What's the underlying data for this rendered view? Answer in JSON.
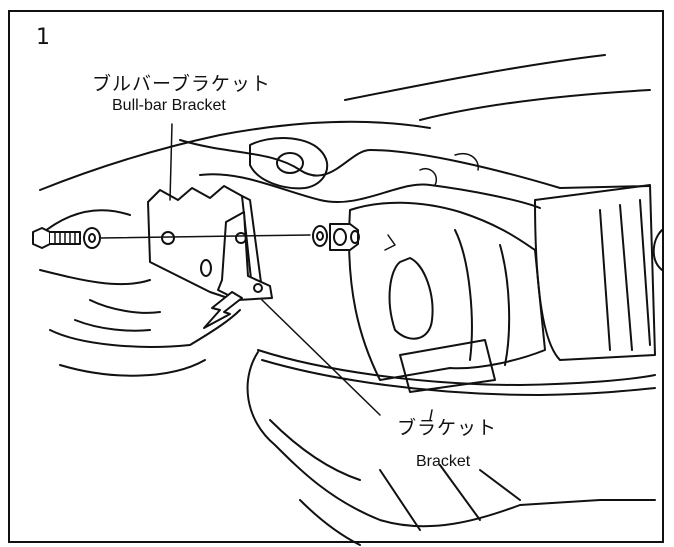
{
  "step_number": "1",
  "labels": {
    "bullbar_bracket_jp": "ブルバーブラケット",
    "bullbar_bracket_en": "Bull-bar Bracket",
    "bracket_jp": "ブラケット",
    "bracket_en": "Bracket"
  }
}
